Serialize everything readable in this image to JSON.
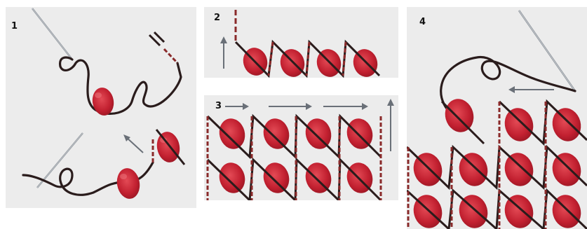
{
  "steps": [
    {
      "number": "1"
    },
    {
      "number": "2"
    },
    {
      "number": "3"
    },
    {
      "number": "4"
    }
  ],
  "colors": {
    "panel_bg": "#ececec",
    "bead_red": "#c22030",
    "bead_dark": "#8e1420",
    "thread_dark": "#2a1c1c",
    "thread_red": "#8a2a2a",
    "arrow_gray": "#6a7078",
    "needle_gray": "#8d939a"
  },
  "icons": [
    "needle-icon",
    "direction-arrow-icon",
    "bead-icon",
    "thread-icon"
  ]
}
